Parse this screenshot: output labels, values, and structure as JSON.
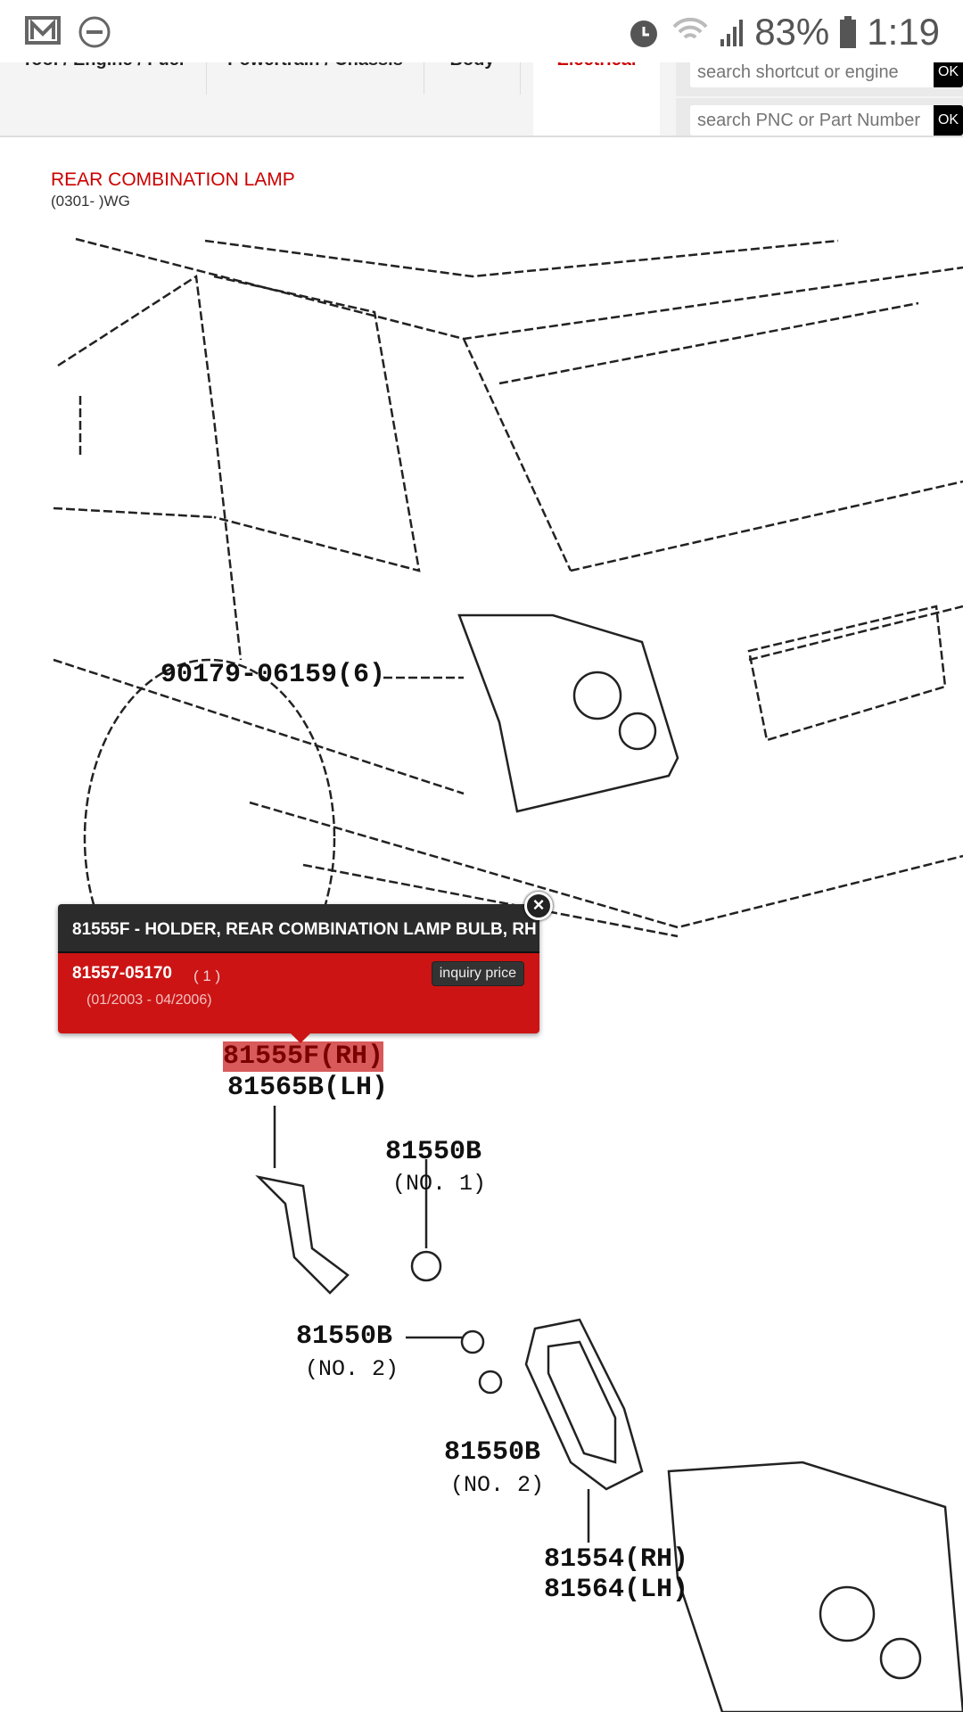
{
  "status": {
    "battery": "83%",
    "time": "1:19",
    "icons": [
      "gmail-icon",
      "dnd-icon",
      "alarm-icon",
      "wifi-icon",
      "signal-icon",
      "battery-icon"
    ]
  },
  "nav": {
    "tabs": [
      {
        "label": "Tool / Engine / Fuel"
      },
      {
        "label": "Powertrain / Chassis"
      },
      {
        "label": "Body"
      },
      {
        "label": "Electrical",
        "active": true
      }
    ],
    "search1": {
      "placeholder": "search shortcut or engine",
      "button": "OK"
    },
    "search2": {
      "placeholder": "search PNC or Part Number",
      "button": "OK"
    }
  },
  "page": {
    "title": "REAR COMBINATION LAMP",
    "subtitle": "(0301- )WG"
  },
  "diagram": {
    "labels": {
      "l1": "90179-06159(6)",
      "l2": "81555F(RH)",
      "l3": "81565B(LH)",
      "l4": "81550B",
      "l5": "(NO. 1)",
      "l6": "81550B",
      "l7": "(NO. 2)",
      "l8": "81550B",
      "l9": "(NO. 2)",
      "l10": "81554(RH)",
      "l11": "81564(LH)"
    }
  },
  "popup": {
    "header": "81555F - HOLDER, REAR COMBINATION LAMP BULB, RH",
    "part_number": "81557-05170",
    "qty": "( 1 )",
    "dates": "(01/2003 - 04/2006)",
    "inquiry": "inquiry price",
    "accent": "#cc1414"
  }
}
